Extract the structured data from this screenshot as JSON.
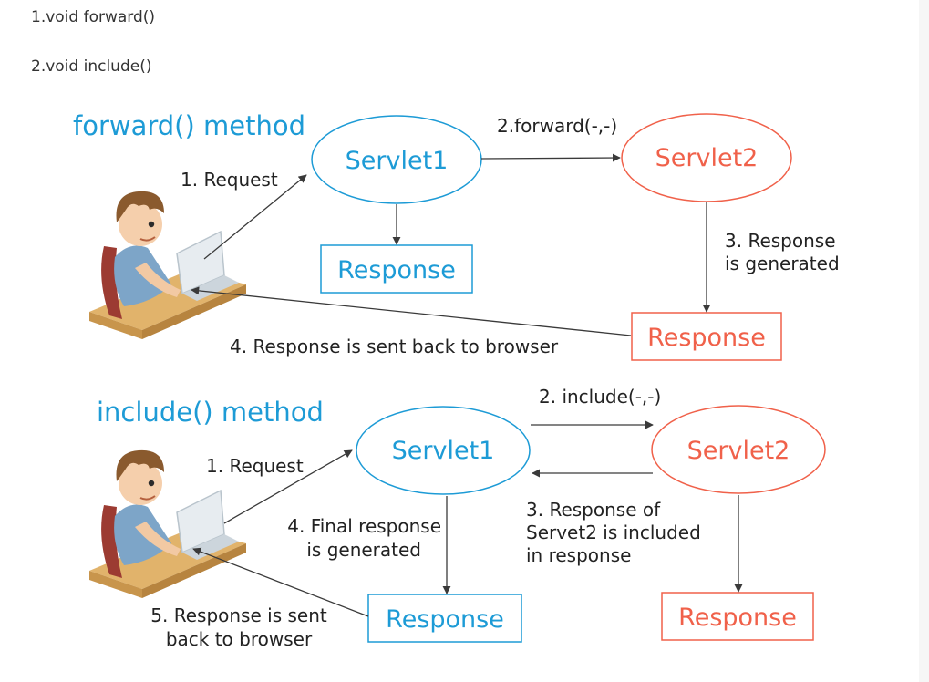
{
  "list": {
    "item1": "1.void forward()",
    "item2": "2.void include()"
  },
  "colors": {
    "blue": "#1d9bd6",
    "red": "#f0614a",
    "text": "#222222",
    "arrow": "#3a3a3a"
  },
  "forward_diagram": {
    "title": "forward() method",
    "servlet1": "Servlet1",
    "servlet2": "Servlet2",
    "response1": "Response",
    "response2": "Response",
    "request_label": "1. Request",
    "forward_label": "2.forward(-,-)",
    "generated_label_line1": "3. Response",
    "generated_label_line2": "is generated",
    "sent_back_label": "4. Response is sent back to browser",
    "user_icon": "user-at-laptop-icon"
  },
  "include_diagram": {
    "title": "include() method",
    "servlet1": "Servlet1",
    "servlet2": "Servlet2",
    "response1": "Response",
    "response2": "Response",
    "request_label": "1. Request",
    "include_label": "2. include(-,-)",
    "included_label_line1": "3. Response of",
    "included_label_line2": "Servet2 is included",
    "included_label_line3": "in response",
    "final_label_line1": "4. Final response",
    "final_label_line2": "is generated",
    "sent_back_label_line1": "5. Response is sent",
    "sent_back_label_line2": "back to browser",
    "user_icon": "user-at-laptop-icon"
  }
}
